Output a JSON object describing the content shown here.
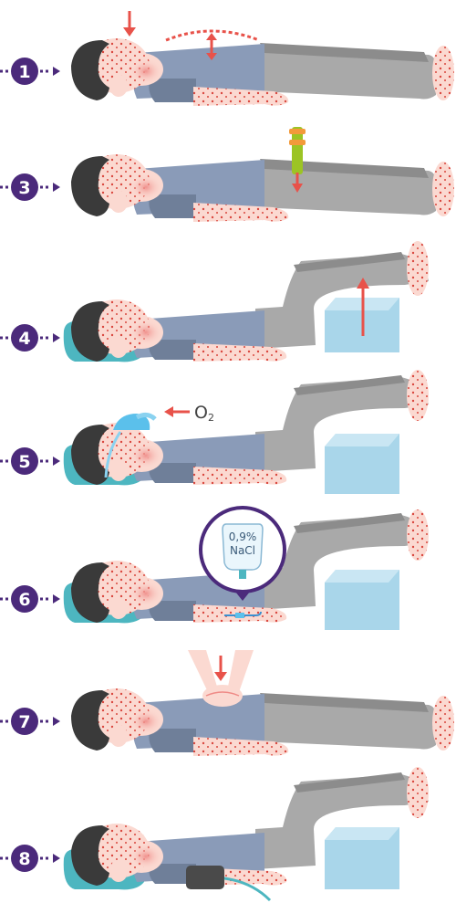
{
  "colors": {
    "accent_purple": "#4b2a7b",
    "arrow_red": "#e8524a",
    "shirt": "#8a9bb8",
    "shirt_dark": "#6f7f99",
    "trousers": "#a9a9a9",
    "trousers_dark": "#8c8c8c",
    "skin": "#fbd9d1",
    "hair": "#3a3a3a",
    "pillow": "#4db6c0",
    "block": "#a9d6ea",
    "rash": "#d9463d",
    "tourniquet": "#9cc424",
    "mask": "#5bc0eb"
  },
  "steps": [
    {
      "number": "1",
      "legs_raised": false,
      "pillow": false,
      "icons": [
        "down-arrow-icon",
        "breathing-arc-icon"
      ]
    },
    {
      "number": "3",
      "legs_raised": false,
      "pillow": false,
      "icons": [
        "tourniquet-icon"
      ]
    },
    {
      "number": "4",
      "legs_raised": true,
      "pillow": true,
      "icons": [
        "leg-raise-arrow-icon",
        "foam-block-icon"
      ]
    },
    {
      "number": "5",
      "legs_raised": true,
      "pillow": true,
      "icons": [
        "oxygen-mask-icon",
        "oxygen-arrow-icon"
      ],
      "o2_label": "O2",
      "o2_main": "O",
      "o2_sub": "2"
    },
    {
      "number": "6",
      "legs_raised": true,
      "pillow": true,
      "icons": [
        "iv-bag-icon",
        "cannula-icon"
      ],
      "bag_line1": "0,9%",
      "bag_line2": "NaCl"
    },
    {
      "number": "7",
      "legs_raised": false,
      "pillow": false,
      "icons": [
        "cpr-hands-icon",
        "down-arrow-icon"
      ]
    },
    {
      "number": "8",
      "legs_raised": true,
      "pillow": true,
      "icons": [
        "blood-pressure-cuff-icon"
      ]
    }
  ]
}
